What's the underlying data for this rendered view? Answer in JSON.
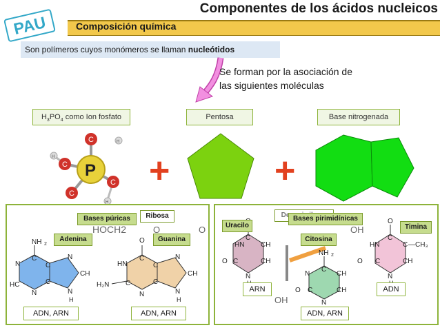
{
  "header": {
    "title": "Componentes de los ácidos nucleicos",
    "subtitle": "Composición química",
    "badge": "PAU"
  },
  "intro": {
    "text": "Son polímeros cuyos monómeros se llaman ",
    "bold": "nucleótidos"
  },
  "note": {
    "line1": "Se forman por la asociación de",
    "line2": "las siguientes moléculas"
  },
  "components": {
    "phosphate_prefix": "H",
    "phosphate_sub1": "3",
    "phosphate_mid": "PO",
    "phosphate_sub2": "4",
    "phosphate_suffix": " como Ion fosfato",
    "pentose": "Pentosa",
    "base": "Base nitrogenada",
    "plus": "+"
  },
  "phosphate_atoms": {
    "center": "P",
    "oxygen": "C",
    "hydrogen": "H"
  },
  "left_panel": {
    "bases_label": "Bases púricas",
    "ribose_label": "Ribosa",
    "adenine_label": "Adenina",
    "guanine_label": "Guanina",
    "footer_left": "ADN, ARN",
    "footer_right": "ADN, ARN",
    "behind_text": "HOCH2",
    "behind_o": "O",
    "behind_oh": "OH"
  },
  "right_panel": {
    "deoxyribose_label": "Desoxirribosa",
    "bases_label": "Bases pirimidínicas",
    "uracil_label": "Uracilo",
    "cytosine_label": "Citosina",
    "thymine_label": "Timina",
    "footer_uracil": "ARN",
    "footer_cytosine": "ADN, ARN",
    "footer_thymine": "ADN",
    "behind_oh": "OH",
    "behind_oh2": "OH"
  },
  "colors": {
    "green": "#8db33a",
    "shape_green": "#7cd20f",
    "bright_green": "#12dd12",
    "plus_red": "#e2411f",
    "arrow_pink": "#e050c0",
    "adenine_blue": "#7fb4ec",
    "guanine_beige": "#f0d2a8",
    "uracil_pink": "#d8b4c4",
    "cytosine_green": "#9ed8b0",
    "thymine_pink": "#f2c4d8"
  }
}
